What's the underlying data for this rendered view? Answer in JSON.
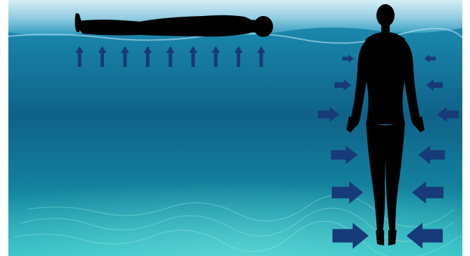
{
  "scene": {
    "description_visible_text": "",
    "colors": {
      "water_top": "#1f8fb5",
      "water_mid": "#12688f",
      "water_bottom": "#27b3bf",
      "surface": "#cfe9f2",
      "silhouette": "#000000",
      "arrow": "#173a78",
      "border": "#ffffff"
    },
    "icons": {
      "floating_figure": "horizontal-body-silhouette-icon",
      "standing_figure": "standing-body-silhouette-icon",
      "buoyancy_arrow": "arrow-up-icon",
      "pressure_arrow_left": "arrow-right-icon",
      "pressure_arrow_right": "arrow-left-icon"
    },
    "buoyancy_arrow_count": 9,
    "pressure_rows": [
      {
        "level": 1,
        "relative_size": 1
      },
      {
        "level": 2,
        "relative_size": 2
      },
      {
        "level": 3,
        "relative_size": 3
      },
      {
        "level": 4,
        "relative_size": 4
      },
      {
        "level": 5,
        "relative_size": 5
      },
      {
        "level": 6,
        "relative_size": 6
      }
    ]
  }
}
